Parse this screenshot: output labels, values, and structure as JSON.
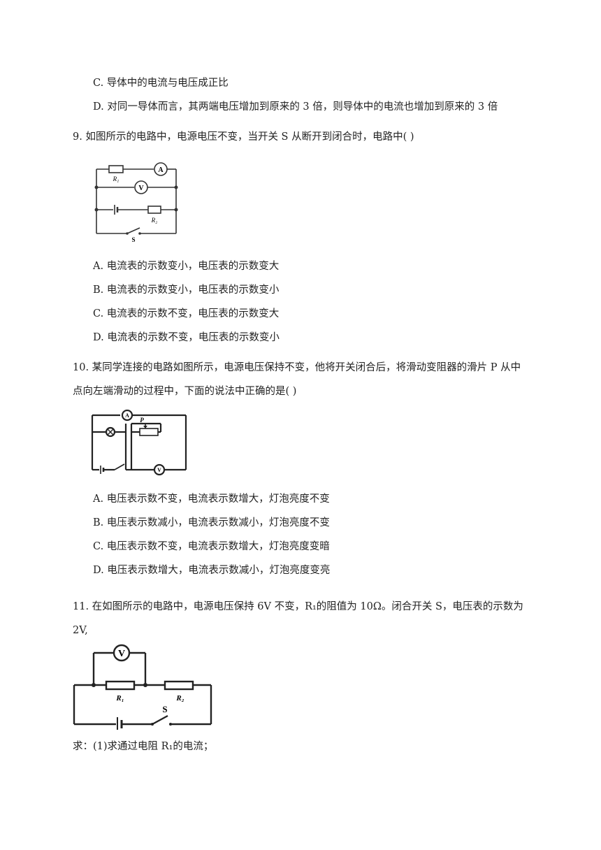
{
  "q8": {
    "option_c": "C.  导体中的电流与电压成正比",
    "option_d": "D.  对同一导体而言，其两端电压增加到原来的 3 倍，则导体中的电流也增加到原来的 3 倍"
  },
  "q9": {
    "stem": "9. 如图所示的电路中，电源电压不变，当开关 S 从断开到闭合时，电路中(    )",
    "figure": {
      "ammeter": "A",
      "voltmeter": "V",
      "r1": "R₁",
      "r2": "R₂",
      "switch": "S"
    },
    "options": [
      "A.  电流表的示数变小，电压表的示数变大",
      "B.  电流表的示数变小，电压表的示数变小",
      "C.  电流表的示数不变，电压表的示数变大",
      "D.  电流表的示数不变，电压表的示数变小"
    ]
  },
  "q10": {
    "stem_line1": "10. 某同学连接的电路如图所示，电源电压保持不变，他将开关闭合后，将滑动变阻器的滑片 P 从中",
    "stem_line2": "点向左端滑动的过程中，下面的说法中正确的是(    )",
    "figure": {
      "ammeter": "A",
      "voltmeter": "V",
      "slider": "P"
    },
    "options": [
      "A.  电压表示数不变，电流表示数增大，灯泡亮度不变",
      "B.  电压表示数减小，电流表示数减小，灯泡亮度不变",
      "C.  电压表示数不变，电流表示数增大，灯泡亮度变暗",
      "D.  电压表示数增大，电流表示数减小，灯泡亮度变亮"
    ]
  },
  "q11": {
    "stem_line1": "11. 在如图所示的电路中，电源电压保持 6V 不变，R₁的阻值为 10Ω。闭合开关 S，电压表的示数为",
    "stem_line2": "2V,",
    "figure": {
      "voltmeter": "V",
      "r1": "R₁",
      "r2": "R₂",
      "switch": "S"
    },
    "ask": "求：(1)求通过电阻 R₁的电流；"
  }
}
